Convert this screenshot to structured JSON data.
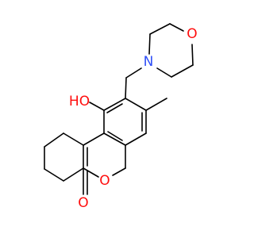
{
  "molecule": {
    "atoms": {
      "morpholine_o": {
        "label": "O",
        "color": "#ff0d0d"
      },
      "morpholine_n": {
        "label": "N",
        "color": "#3050f8"
      },
      "hydroxyl": {
        "label": "HO",
        "color": "#ff0d0d"
      },
      "ring_o": {
        "label": "O",
        "color": "#ff0d0d"
      },
      "carbonyl_o": {
        "label": "O",
        "color": "#ff0d0d"
      }
    },
    "bond_color": "#000000"
  }
}
